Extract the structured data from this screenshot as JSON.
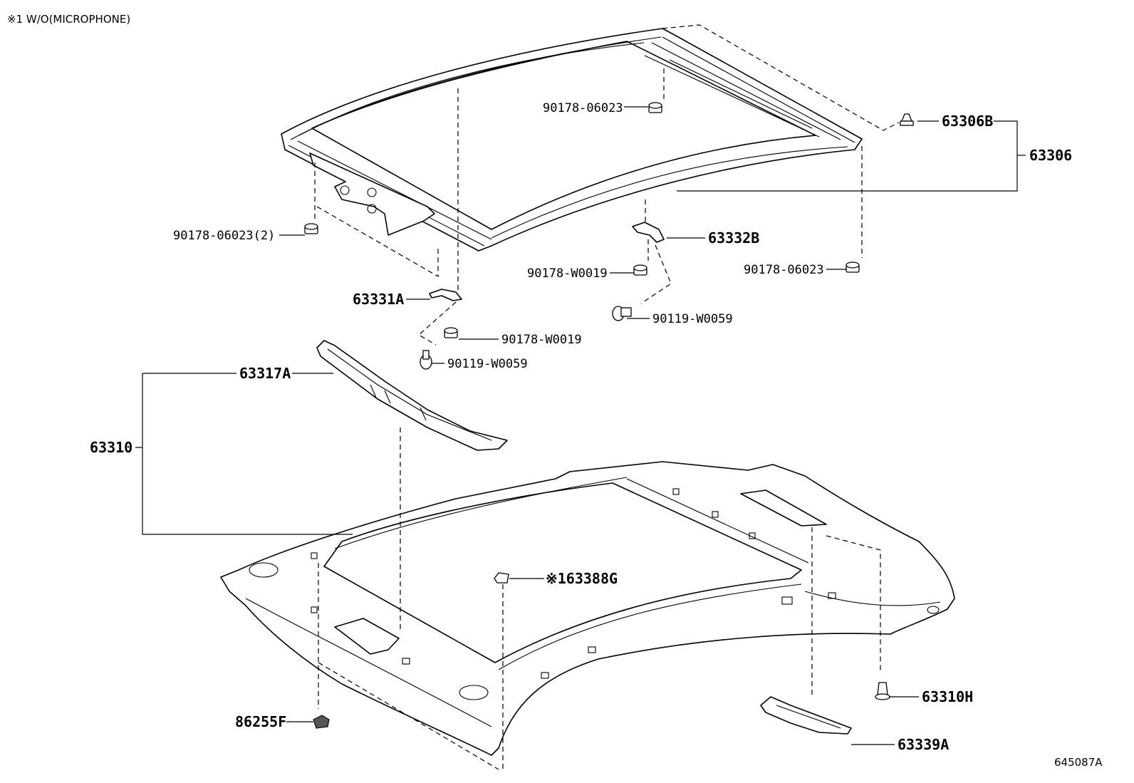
{
  "note": "※1 W/O(MICROPHONE)",
  "diagram_id": "645087A",
  "labels": {
    "p63306B": "63306B",
    "p63306": "63306",
    "p90178_06023_top": "90178-06023",
    "p90178_06023_2": "90178-06023(2)",
    "p63332B": "63332B",
    "p90178_W0019_right": "90178-W0019",
    "p90178_06023_right": "90178-06023",
    "p63331A": "63331A",
    "p90119_W0059_right": "90119-W0059",
    "p90178_W0019_left": "90178-W0019",
    "p90119_W0059_left": "90119-W0059",
    "p63317A": "63317A",
    "p63310": "63310",
    "p63388G": "※163388G",
    "p63310H": "63310H",
    "p86255F": "86255F",
    "p63339A": "63339A"
  }
}
